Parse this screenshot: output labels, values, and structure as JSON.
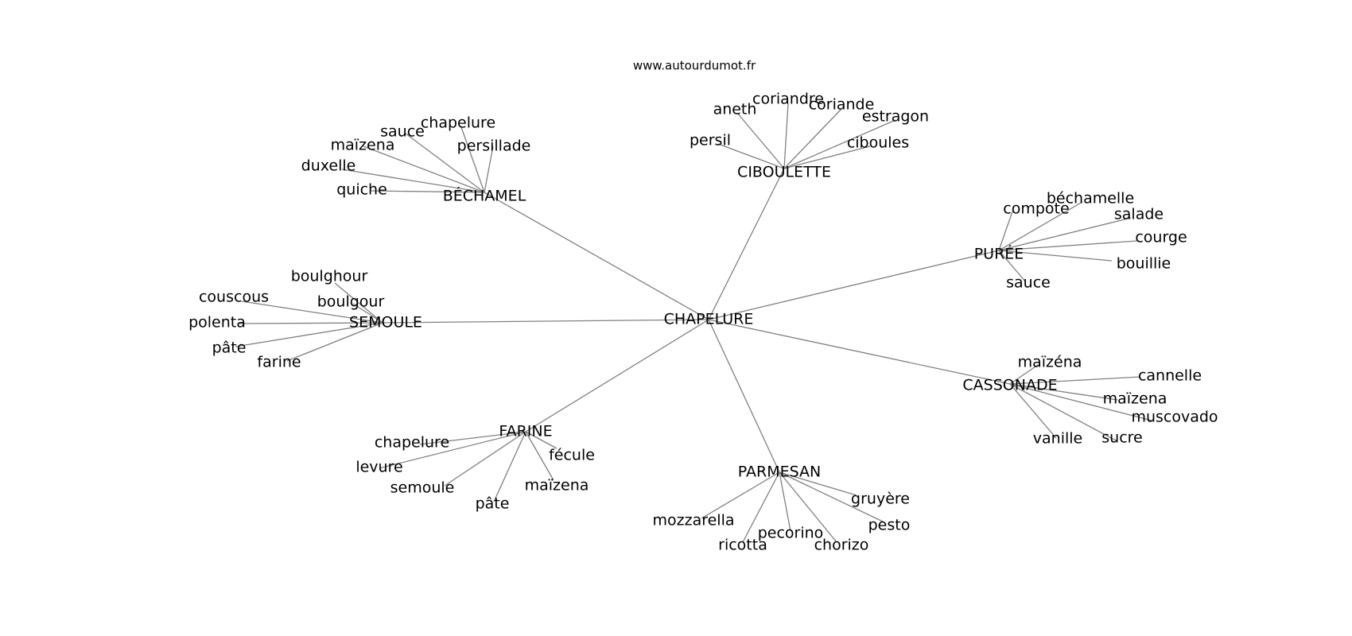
{
  "header": {
    "site": "www.autourdumot.fr"
  },
  "graph": {
    "center": "CHAPELURE",
    "clusters": [
      {
        "hub": "CIBOULETTE",
        "leaves": [
          "persil",
          "aneth",
          "coriandre",
          "coriande",
          "estragon",
          "ciboules"
        ]
      },
      {
        "hub": "BÉCHAMEL",
        "leaves": [
          "quiche",
          "duxelle",
          "maïzena",
          "sauce",
          "chapelure",
          "persillade"
        ]
      },
      {
        "hub": "PURÉE",
        "leaves": [
          "compote",
          "béchamelle",
          "salade",
          "courge",
          "bouillie",
          "sauce"
        ]
      },
      {
        "hub": "SEMOULE",
        "leaves": [
          "boulghour",
          "couscous",
          "boulgour",
          "polenta",
          "pâte",
          "farine"
        ]
      },
      {
        "hub": "CASSONADE",
        "leaves": [
          "maïzéna",
          "cannelle",
          "maïzena",
          "muscovado",
          "sucre",
          "vanille"
        ]
      },
      {
        "hub": "FARINE",
        "leaves": [
          "chapelure",
          "levure",
          "semoule",
          "pâte",
          "maïzena",
          "fécule"
        ]
      },
      {
        "hub": "PARMESAN",
        "leaves": [
          "mozzarella",
          "ricotta",
          "pecorino",
          "chorizo",
          "pesto",
          "gruyère"
        ]
      }
    ]
  }
}
